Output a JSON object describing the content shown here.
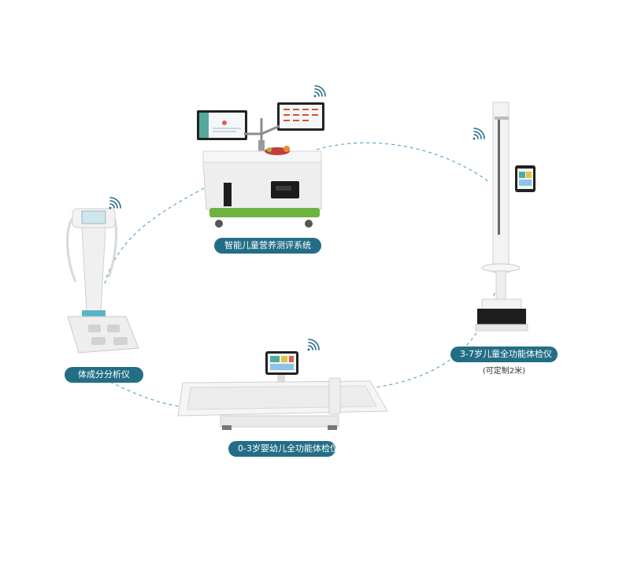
{
  "labels": {
    "system": "智能儿童营养测评系统",
    "body_comp": "体成分分析仪",
    "kids_3_7": "3-7岁儿童全功能体检仪",
    "kids_3_7_note": "(可定制2米)",
    "infant_0_3": "0-3岁婴幼儿全功能体检仪"
  },
  "colors": {
    "accent": "#236e86",
    "dash": "#5aa9c9",
    "green": "#6cb33f"
  },
  "icons": [
    "wifi-icon"
  ]
}
